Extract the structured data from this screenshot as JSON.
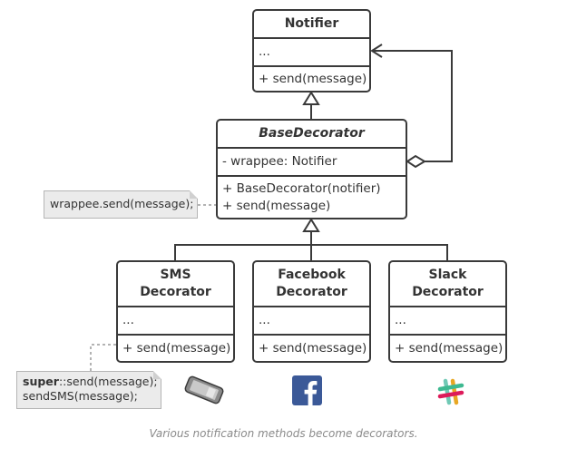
{
  "classes": {
    "notifier": {
      "name": "Notifier",
      "fields": "...",
      "method": "+ send(message)"
    },
    "base_decorator": {
      "name": "BaseDecorator",
      "field": "- wrappee: Notifier",
      "methods": [
        "+ BaseDecorator(notifier)",
        "+ send(message)"
      ]
    },
    "sms_decorator": {
      "name_lines": [
        "SMS",
        "Decorator"
      ],
      "fields": "...",
      "method": "+ send(message)"
    },
    "facebook_decorator": {
      "name_lines": [
        "Facebook",
        "Decorator"
      ],
      "fields": "...",
      "method": "+ send(message)"
    },
    "slack_decorator": {
      "name_lines": [
        "Slack",
        "Decorator"
      ],
      "fields": "...",
      "method": "+ send(message)"
    }
  },
  "notes": {
    "base_send": "wrappee.send(message);",
    "sms_send": {
      "keyword": "super",
      "rest": "::send(message);",
      "line2": "sendSMS(message);"
    }
  },
  "icons": [
    "phone-icon",
    "facebook-icon",
    "slack-icon"
  ],
  "caption": "Various notification methods become decorators.",
  "colors": {
    "border": "#3a3a3a",
    "note_bg": "#ebebeb",
    "facebook": "#3b5998"
  }
}
